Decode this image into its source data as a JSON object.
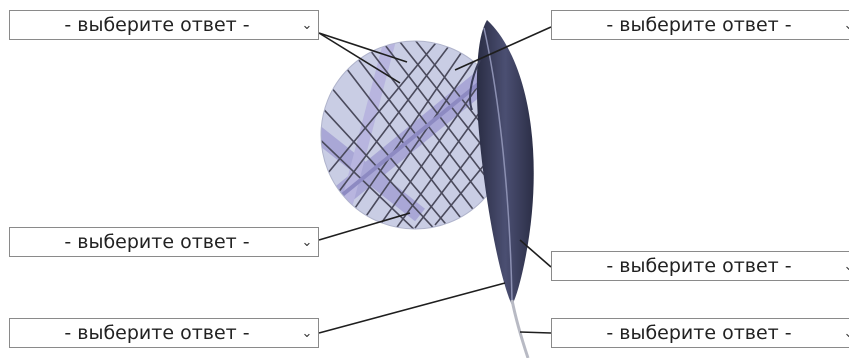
{
  "dropdowns": [
    {
      "id": "s1",
      "selected": "- выберите ответ -"
    },
    {
      "id": "s2",
      "selected": "- выберите ответ -"
    },
    {
      "id": "s3",
      "selected": "- выберите ответ -"
    },
    {
      "id": "s4",
      "selected": "- выберите ответ -"
    },
    {
      "id": "s5",
      "selected": "- выберите ответ -"
    },
    {
      "id": "s6",
      "selected": "- выберите ответ -"
    }
  ],
  "icons": {
    "dropdown_arrow": "chevron-down-icon"
  }
}
